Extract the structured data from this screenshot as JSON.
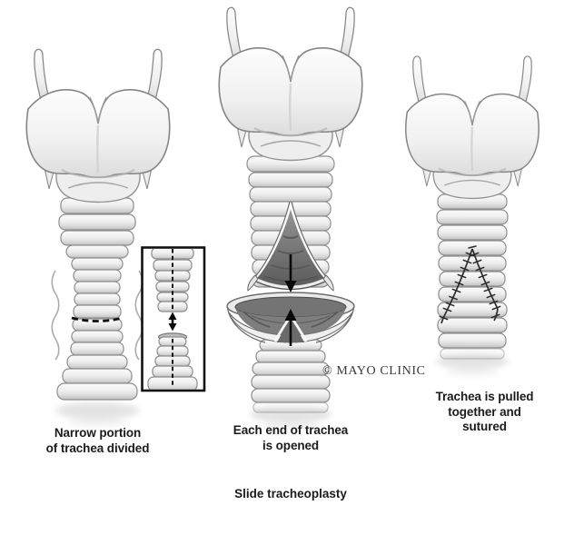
{
  "figure": {
    "title": "Slide tracheoplasty",
    "credit": "© MAYO CLINIC",
    "panels": {
      "left": {
        "caption": "Narrow portion\nof trachea divided"
      },
      "middle": {
        "caption": "Each end of trachea\nis opened"
      },
      "right": {
        "caption": "Trachea is pulled\ntogether and\nsutured"
      }
    }
  }
}
